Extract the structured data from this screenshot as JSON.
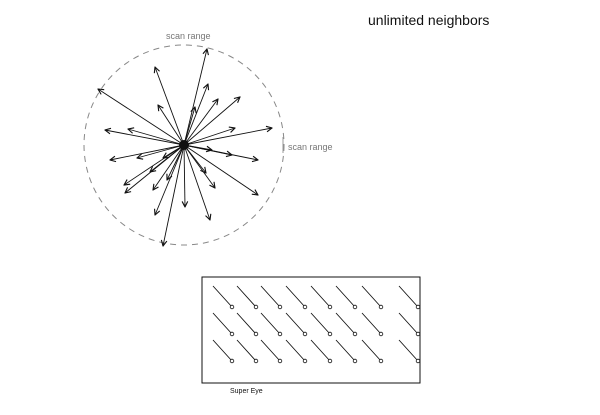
{
  "title": "unlimited neighbors",
  "scan_label_top": "scan range",
  "scan_label_right": "scan range",
  "caption": "Super Eye",
  "colors": {
    "ink": "#111111",
    "dashed_circle": "#888888",
    "label_gray": "#777777"
  },
  "agent_count": 30,
  "grid_rows": 3,
  "grid_columns": 8
}
